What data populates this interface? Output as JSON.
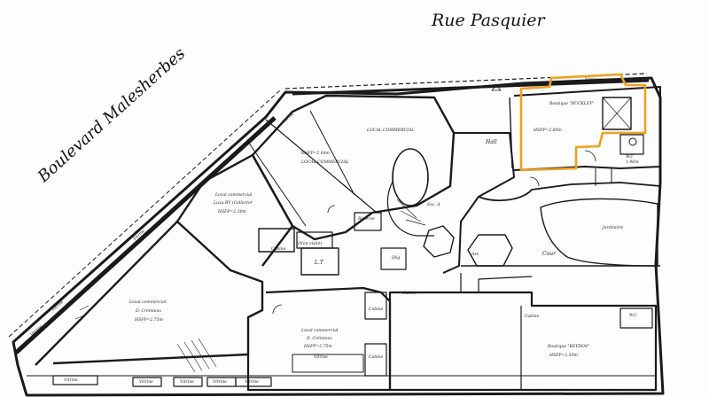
{
  "streets": {
    "north": "Rue  Pasquier",
    "west": "Boulevard  Malesherbes"
  },
  "labels": {
    "vitrine": "Vitrine",
    "vitrines_top": "Vitrines",
    "local_commercial_top": "LOCAL COMMERCIAL",
    "hsfp_204": "HSFP=2.04m",
    "local_commercial_mid": "LOCAL COMMERCIAL",
    "local_commercial_bay_1": "Local commercial",
    "local_commercial_bay_2": "Luxu BY (Collector",
    "hsfp_bay": "HSFP=2.30m",
    "boutique_buckley": "Boutique \"BUCKLEY\"",
    "hsfp_280": "HSFP=2.80m",
    "hall": "Hall",
    "wc": "W.C",
    "wc_height": "1.96m",
    "escalier_a": "Esc. A",
    "reserve": "Réserve",
    "non_visite": "(Non visité)",
    "cabine": "Cabine",
    "lt": "L.T",
    "degagement": "Dég.",
    "ascenseur": "Asc.",
    "cour": "Cour",
    "jardiniere": "Jardinière",
    "local_cremieux_big_1": "Local commercial",
    "local_cremieux_big_2": "D. Crémieux",
    "hsfp_275": "HSFP=2.75m",
    "local_cremieux_mid_1": "Local commercial",
    "local_cremieux_mid_2": "D. Crémieux",
    "hsfp_275b": "HSFP=2.75m",
    "vitrine_small": "Vitrine",
    "boutique_keydos": "Boutique \"KEYDOS\"",
    "hsfp_250": "HSFP=2.50m",
    "cabine_2": "Cabine",
    "cabine_3": "Cabine",
    "cabine_4": "Cabine",
    "wc_2": "W.C"
  },
  "colors": {
    "highlight": "#f0a020",
    "wall": "#1a1a1a",
    "thin": "#333333"
  }
}
